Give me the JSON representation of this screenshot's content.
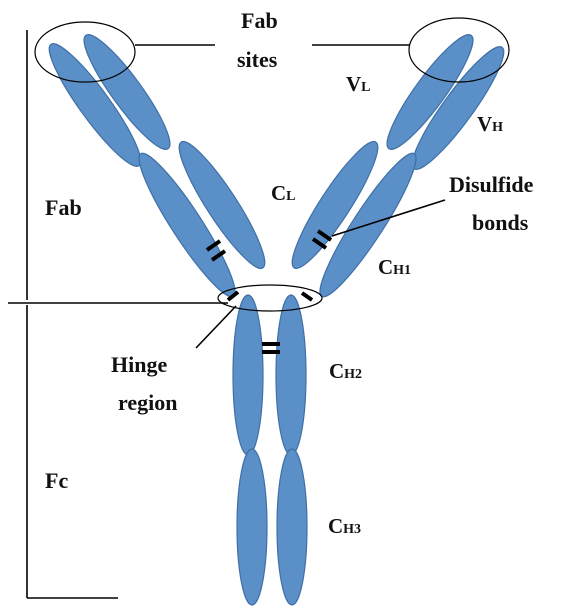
{
  "labels": {
    "fab_sites_line1": "Fab",
    "fab_sites_line2": "sites",
    "vl_main": "V",
    "vl_sub": "L",
    "vh_main": "V",
    "vh_sub": "H",
    "cl_main": "C",
    "cl_sub": "L",
    "disulfide_line1": "Disulfide",
    "disulfide_line2": "bonds",
    "ch1_main": "C",
    "ch1_sub": "H1",
    "fab": "Fab",
    "hinge_line1": "Hinge",
    "hinge_line2": "region",
    "ch2_main": "C",
    "ch2_sub": "H2",
    "fc": "Fc",
    "ch3_main": "C",
    "ch3_sub": "H3"
  },
  "colors": {
    "domain_fill": "#5B8FC8",
    "domain_stroke": "#3F6FA6",
    "line": "#000000",
    "text": "#111111"
  }
}
